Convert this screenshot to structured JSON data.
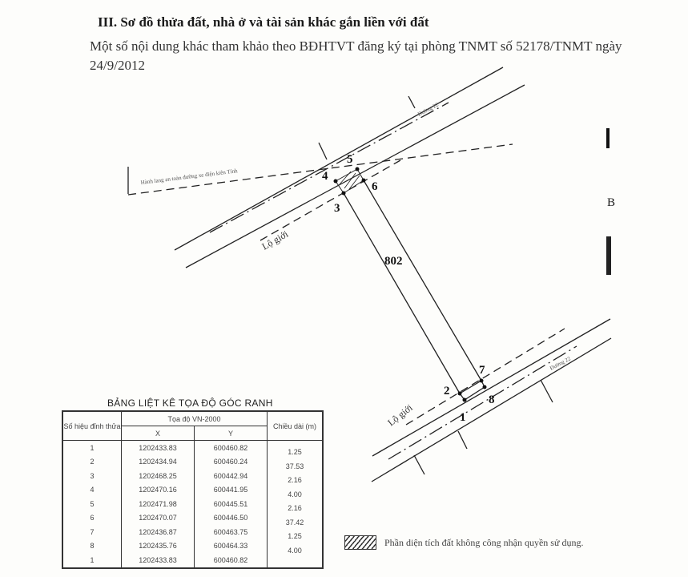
{
  "header": {
    "title": "III. Sơ đồ thửa đất, nhà ở và tài sản khác gắn liền với đất",
    "note": "Một số nội dung khác tham khảo theo BĐHTVT đăng ký tại phòng TNMT số 52178/TNMT ngày 24/9/2012"
  },
  "diagram": {
    "parcel_number": "802",
    "points": [
      "1",
      "2",
      "3",
      "4",
      "5",
      "6",
      "7",
      "8"
    ],
    "setback_label": "Lộ giới",
    "road_label": "Đường 22",
    "safety_corridor_label": "Hành lang an toàn đường xe điện kiên Tính",
    "side_letter": "B"
  },
  "table": {
    "title": "BẢNG LIỆT KÊ TỌA ĐỘ GÓC RANH",
    "col_point": "Số hiệu đỉnh thửa",
    "col_coord": "Tọa độ VN-2000",
    "col_x": "X",
    "col_y": "Y",
    "col_len": "Chiều dài (m)",
    "rows": [
      {
        "p": "1",
        "x": "1202433.83",
        "y": "600460.82"
      },
      {
        "p": "2",
        "x": "1202434.94",
        "y": "600460.24"
      },
      {
        "p": "3",
        "x": "1202468.25",
        "y": "600442.94"
      },
      {
        "p": "4",
        "x": "1202470.16",
        "y": "600441.95"
      },
      {
        "p": "5",
        "x": "1202471.98",
        "y": "600445.51"
      },
      {
        "p": "6",
        "x": "1202470.07",
        "y": "600446.50"
      },
      {
        "p": "7",
        "x": "1202436.87",
        "y": "600463.75"
      },
      {
        "p": "8",
        "x": "1202435.76",
        "y": "600464.33"
      },
      {
        "p": "1",
        "x": "1202433.83",
        "y": "600460.82"
      }
    ],
    "lengths": [
      "1.25",
      "37.53",
      "2.16",
      "4.00",
      "2.16",
      "37.42",
      "1.25",
      "4.00"
    ]
  },
  "legend": {
    "hatch_label": "Phần diện tích đất không công nhận quyền sử dụng."
  }
}
